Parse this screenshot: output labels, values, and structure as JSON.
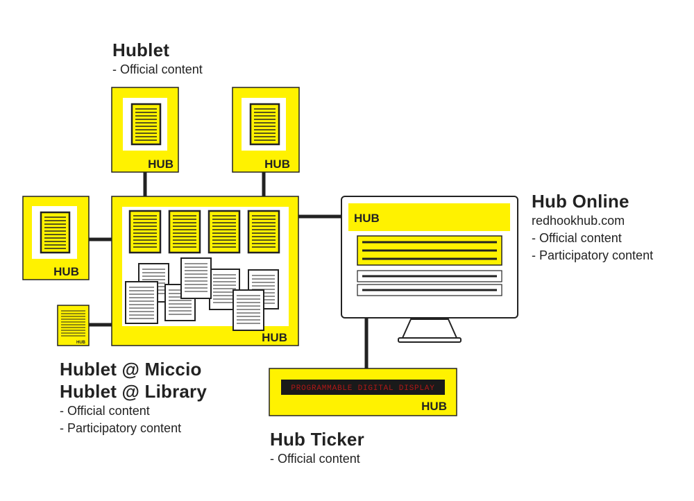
{
  "colors": {
    "yellow": "#fff200",
    "ink": "#222222",
    "screen_frame": "#ffffff",
    "ticker_screen": "#1a1a1a",
    "ticker_text": "#b01818"
  },
  "icons": [
    "document-icon",
    "monitor-icon",
    "ticker-display-icon"
  ],
  "brand_label": "HUB",
  "ticker_display_text": "PROGRAMMABLE DIGITAL DISPLAY",
  "labels": {
    "hublet": {
      "title": "Hublet",
      "lines": [
        "- Official content"
      ]
    },
    "hub_online": {
      "title": "Hub Online",
      "lines": [
        "redhookhub.com",
        "- Official content",
        "- Participatory content"
      ]
    },
    "hublet_miccio": {
      "title": "Hublet @ Miccio",
      "title2": "Hublet @ Library",
      "lines": [
        "- Official content",
        "- Participatory content"
      ]
    },
    "hub_ticker": {
      "title": "Hub Ticker",
      "lines": [
        "- Official content"
      ]
    }
  }
}
